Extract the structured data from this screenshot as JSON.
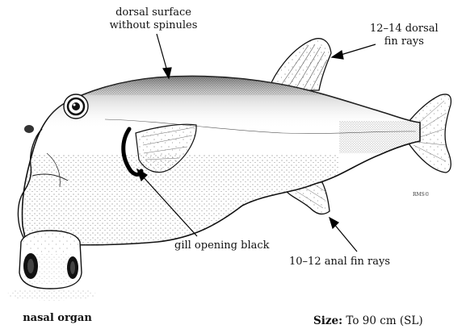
{
  "labels": {
    "dorsal_surface_line1": "dorsal surface",
    "dorsal_surface_line2": "without spinules",
    "dorsal_rays_line1": "12–14 dorsal",
    "dorsal_rays_line2": "fin rays",
    "gill_opening": "gill opening black",
    "anal_rays": "10–12 anal fin rays",
    "nasal_organ": "nasal organ"
  },
  "size": {
    "label": "Size:",
    "value": "To 90 cm (SL)"
  },
  "illustrator_signature": "RMS©"
}
